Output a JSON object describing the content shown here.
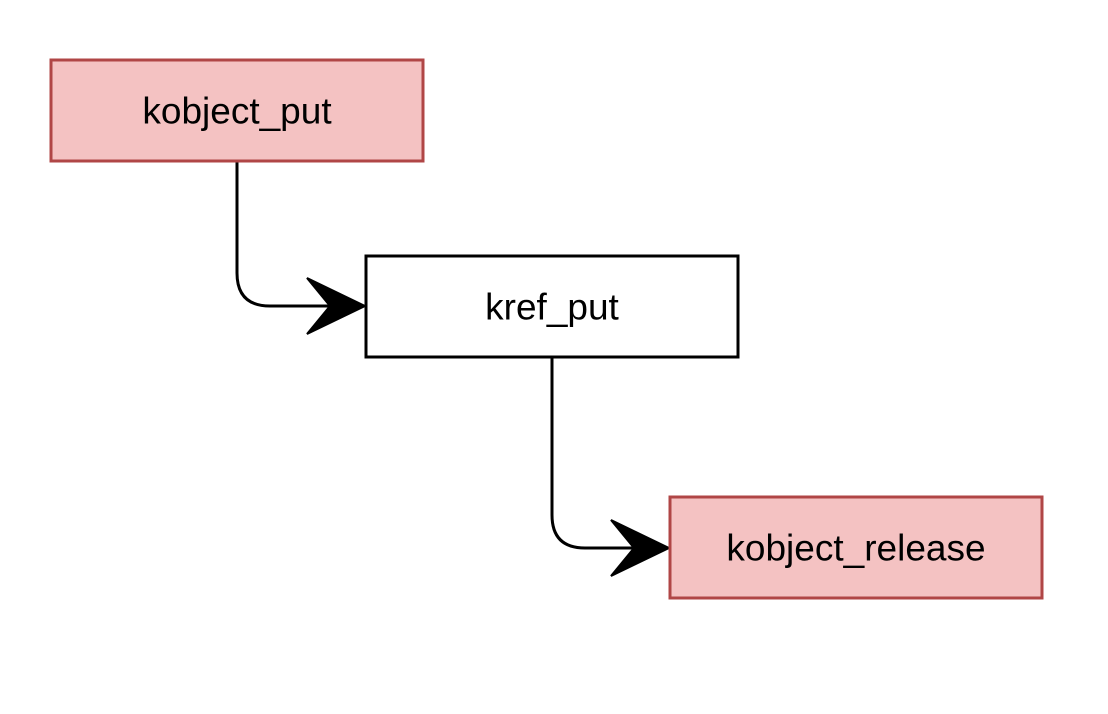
{
  "diagram": {
    "nodes": [
      {
        "id": "kobject_put",
        "label": "kobject_put",
        "fill": "#f4c2c2",
        "stroke": "#b04646"
      },
      {
        "id": "kref_put",
        "label": "kref_put",
        "fill": "#ffffff",
        "stroke": "#000000"
      },
      {
        "id": "kobject_release",
        "label": "kobject_release",
        "fill": "#f4c2c2",
        "stroke": "#b04646"
      }
    ],
    "edges": [
      {
        "from": "kobject_put",
        "to": "kref_put"
      },
      {
        "from": "kref_put",
        "to": "kobject_release"
      }
    ],
    "colors": {
      "edge": "#000000",
      "highlight_fill": "#f4c2c2",
      "highlight_stroke": "#b04646"
    }
  }
}
